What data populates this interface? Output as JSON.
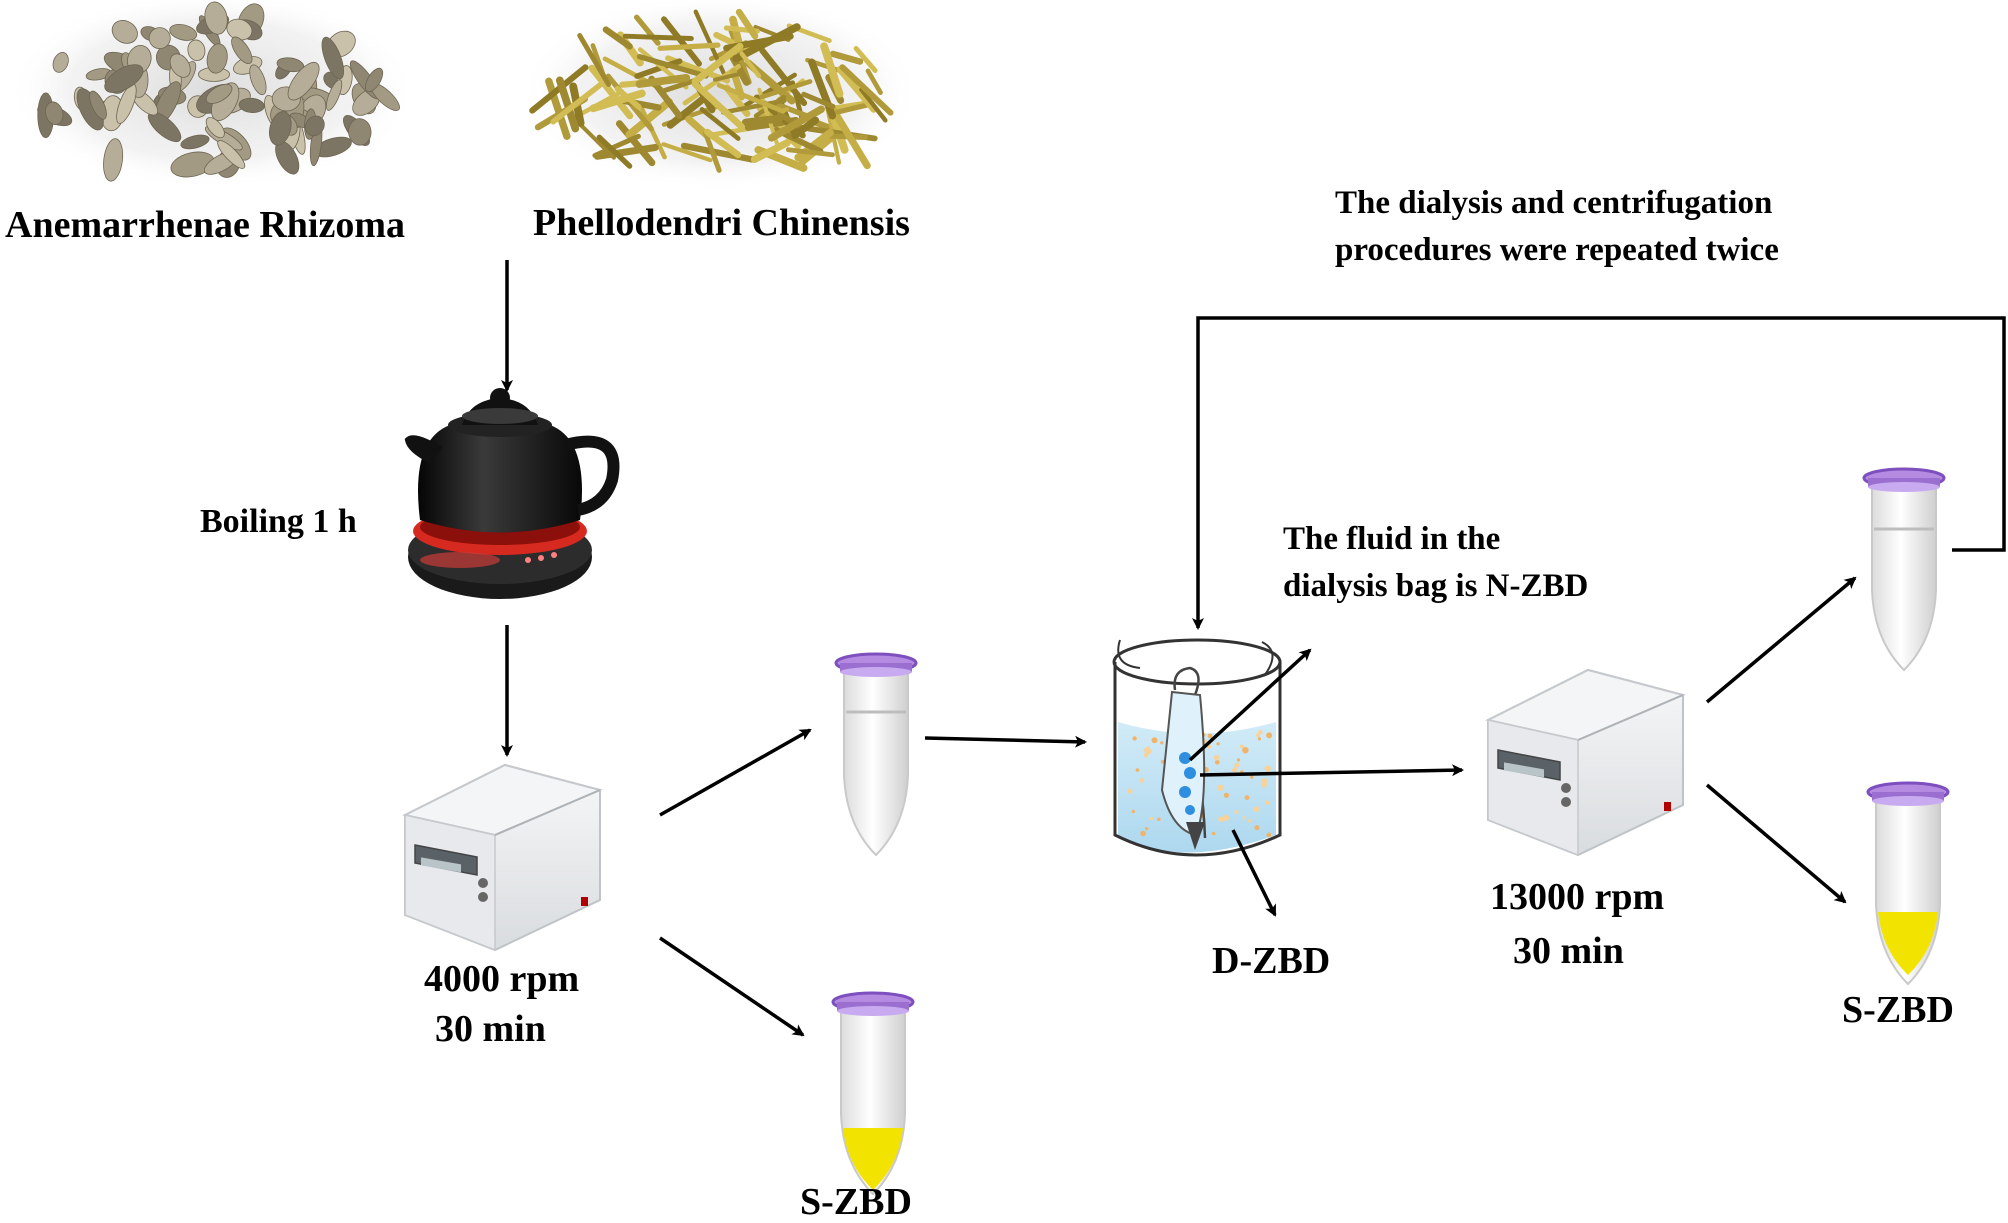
{
  "herbs": {
    "left": "Anemarrhenae Rhizoma",
    "right": "Phellodendri Chinensis"
  },
  "steps": {
    "boiling": "Boiling 1 h",
    "spin1_speed": "4000 rpm",
    "spin1_time": "30 min",
    "spin2_speed": "13000 rpm",
    "spin2_time": "30 min"
  },
  "products": {
    "s_zbd_bottom": "S-ZBD",
    "d_zbd": "D-ZBD",
    "s_zbd_right": "S-ZBD"
  },
  "notes": {
    "fluid_line1": "The fluid in the",
    "fluid_line2": "dialysis bag is N-ZBD",
    "repeat_line1": "The dialysis and centrifugation",
    "repeat_line2": "procedures were repeated twice"
  },
  "colors": {
    "rhizoma": "#a39a83",
    "phellodendri": "#b09a3a",
    "pot": "#141414",
    "heater_ring": "#d62a20",
    "tube_cap": "#9b6fd0",
    "pellet": "#f2e400",
    "dialysis_water": "#b9e0f3",
    "dialysis_beads": "#2e8ee0",
    "dots": "#f0b36a",
    "centrifuge_body": "#eceef0",
    "arrow": "#000000"
  }
}
